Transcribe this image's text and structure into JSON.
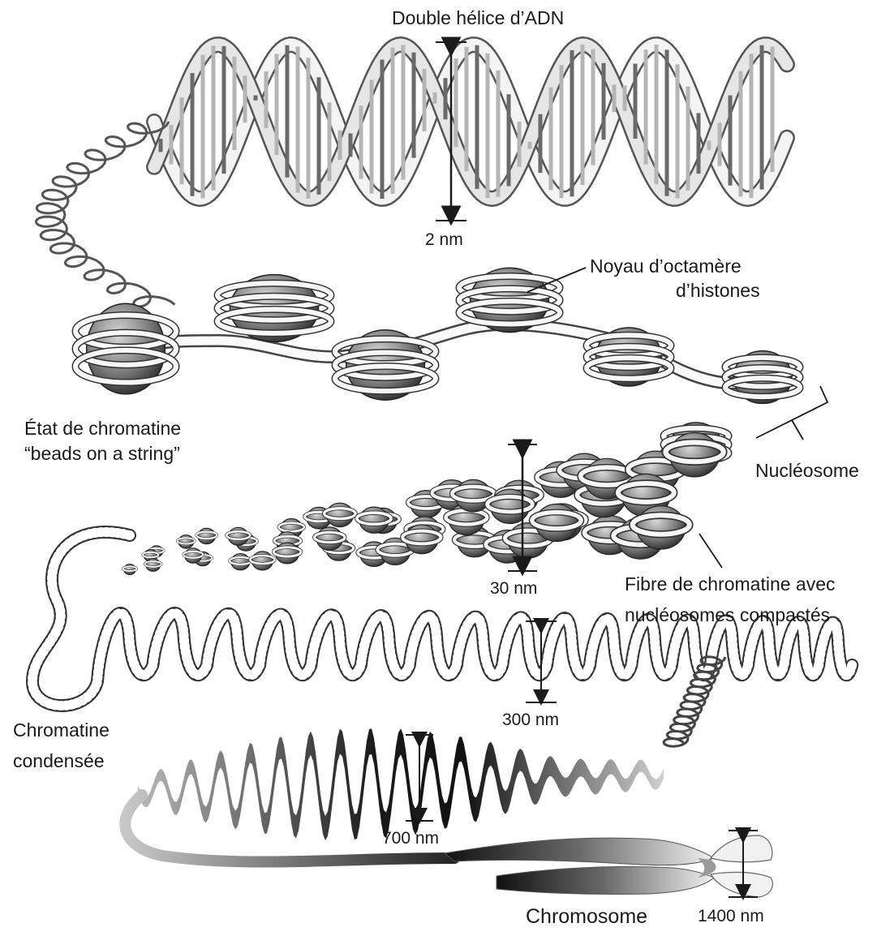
{
  "labels": {
    "double_helix": "Double hélice d’ADN",
    "dim_2nm": "2 nm",
    "histone_core_line1": "Noyau d’octamère",
    "histone_core_line2": "d’histones",
    "beads_line1": "État de chromatine",
    "beads_line2": "“beads on a string”",
    "nucleosome": "Nucléosome",
    "dim_30nm": "30 nm",
    "fiber_line1": "Fibre de chromatine avec",
    "fiber_line2": "nucléosomes compactés",
    "dim_300nm": "300 nm",
    "condensed_line1": "Chromatine",
    "condensed_line2": "condensée",
    "dim_700nm": "700 nm",
    "chromosome": "Chromosome",
    "dim_1400nm": "1400 nm"
  },
  "colors": {
    "ink": "#1a1a1a",
    "dark_core": "#444444",
    "mid_gray": "#9a9a9a",
    "light_gray": "#dcdcdc"
  }
}
